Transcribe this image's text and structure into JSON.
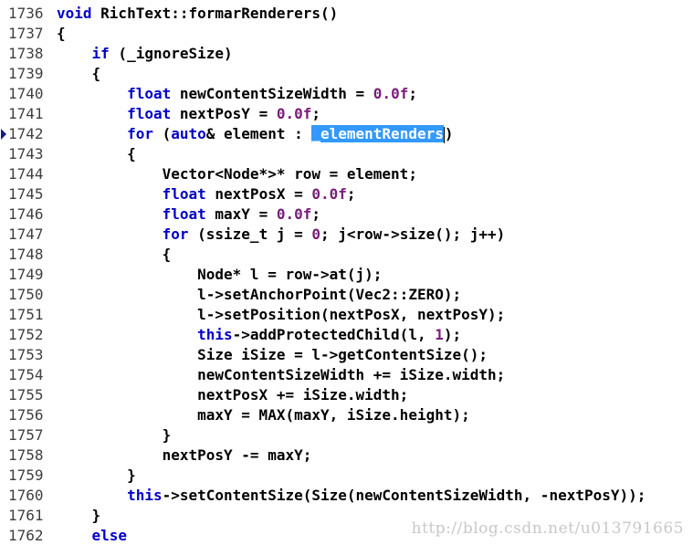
{
  "editor": {
    "watermark": "http://blog.csdn.net/u013791665",
    "lines": [
      {
        "num": "1736",
        "indent": "",
        "tokens": [
          {
            "t": "void",
            "k": "kw"
          },
          {
            "t": " RichText::formarRenderers()"
          }
        ]
      },
      {
        "num": "1737",
        "indent": "",
        "tokens": [
          {
            "t": "{"
          }
        ]
      },
      {
        "num": "1738",
        "indent": "    ",
        "tokens": [
          {
            "t": "if",
            "k": "kw"
          },
          {
            "t": " (_ignoreSize)"
          }
        ]
      },
      {
        "num": "1739",
        "indent": "    ",
        "tokens": [
          {
            "t": "{"
          }
        ]
      },
      {
        "num": "1740",
        "indent": "        ",
        "tokens": [
          {
            "t": "float",
            "k": "kw"
          },
          {
            "t": " newContentSizeWidth = "
          },
          {
            "t": "0.0f",
            "k": "num"
          },
          {
            "t": ";"
          }
        ]
      },
      {
        "num": "1741",
        "indent": "        ",
        "tokens": [
          {
            "t": "float",
            "k": "kw"
          },
          {
            "t": " nextPosY = "
          },
          {
            "t": "0.0f",
            "k": "num"
          },
          {
            "t": ";"
          }
        ]
      },
      {
        "num": "1742",
        "indent": "        ",
        "marker": true,
        "tokens": [
          {
            "t": "for",
            "k": "kw"
          },
          {
            "t": " ("
          },
          {
            "t": "auto",
            "k": "kw"
          },
          {
            "t": "& element : "
          },
          {
            "t": "_elementRenders",
            "k": "sel"
          },
          {
            "t": "",
            "k": "cursor"
          },
          {
            "t": ")"
          }
        ]
      },
      {
        "num": "1743",
        "indent": "        ",
        "tokens": [
          {
            "t": "{"
          }
        ]
      },
      {
        "num": "1744",
        "indent": "            ",
        "tokens": [
          {
            "t": "Vector<Node*>* row = element;"
          }
        ]
      },
      {
        "num": "1745",
        "indent": "            ",
        "tokens": [
          {
            "t": "float",
            "k": "kw"
          },
          {
            "t": " nextPosX = "
          },
          {
            "t": "0.0f",
            "k": "num"
          },
          {
            "t": ";"
          }
        ]
      },
      {
        "num": "1746",
        "indent": "            ",
        "tokens": [
          {
            "t": "float",
            "k": "kw"
          },
          {
            "t": " maxY = "
          },
          {
            "t": "0.0f",
            "k": "num"
          },
          {
            "t": ";"
          }
        ]
      },
      {
        "num": "1747",
        "indent": "            ",
        "tokens": [
          {
            "t": "for",
            "k": "kw"
          },
          {
            "t": " (ssize_t j = "
          },
          {
            "t": "0",
            "k": "num"
          },
          {
            "t": "; j<row->size(); j++)"
          }
        ]
      },
      {
        "num": "1748",
        "indent": "            ",
        "tokens": [
          {
            "t": "{"
          }
        ]
      },
      {
        "num": "1749",
        "indent": "                ",
        "tokens": [
          {
            "t": "Node* l = row->at(j);"
          }
        ]
      },
      {
        "num": "1750",
        "indent": "                ",
        "tokens": [
          {
            "t": "l->setAnchorPoint(Vec2::ZERO);"
          }
        ]
      },
      {
        "num": "1751",
        "indent": "                ",
        "tokens": [
          {
            "t": "l->setPosition(nextPosX, nextPosY);"
          }
        ]
      },
      {
        "num": "1752",
        "indent": "                ",
        "tokens": [
          {
            "t": "this",
            "k": "kw"
          },
          {
            "t": "->addProtectedChild(l, "
          },
          {
            "t": "1",
            "k": "num"
          },
          {
            "t": ");"
          }
        ]
      },
      {
        "num": "1753",
        "indent": "                ",
        "tokens": [
          {
            "t": "Size iSize = l->getContentSize();"
          }
        ]
      },
      {
        "num": "1754",
        "indent": "                ",
        "tokens": [
          {
            "t": "newContentSizeWidth += iSize.width;"
          }
        ]
      },
      {
        "num": "1755",
        "indent": "                ",
        "tokens": [
          {
            "t": "nextPosX += iSize.width;"
          }
        ]
      },
      {
        "num": "1756",
        "indent": "                ",
        "tokens": [
          {
            "t": "maxY = MAX(maxY, iSize.height);"
          }
        ]
      },
      {
        "num": "1757",
        "indent": "            ",
        "tokens": [
          {
            "t": "}"
          }
        ]
      },
      {
        "num": "1758",
        "indent": "            ",
        "tokens": [
          {
            "t": "nextPosY -= maxY;"
          }
        ]
      },
      {
        "num": "1759",
        "indent": "        ",
        "tokens": [
          {
            "t": "}"
          }
        ]
      },
      {
        "num": "1760",
        "indent": "        ",
        "tokens": [
          {
            "t": "this",
            "k": "kw"
          },
          {
            "t": "->setContentSize(Size(newContentSizeWidth, -nextPosY));"
          }
        ]
      },
      {
        "num": "1761",
        "indent": "    ",
        "tokens": [
          {
            "t": "}"
          }
        ]
      },
      {
        "num": "1762",
        "indent": "    ",
        "tokens": [
          {
            "t": "else",
            "k": "kw"
          }
        ]
      }
    ]
  },
  "colors": {
    "keyword": "#0000c8",
    "number": "#7a1d7a",
    "selection": "#3399ff"
  }
}
